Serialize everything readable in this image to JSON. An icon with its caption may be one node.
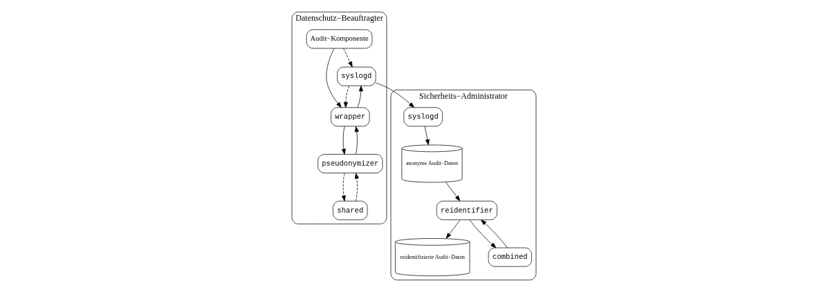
{
  "diagram": {
    "nodes": [
      {
        "text": [
          "Datenschutz−Beauftragter"
        ]
      },
      {
        "text": [
          "Audit−Komponente"
        ],
        "in": 0
      },
      {
        "text": [
          "syslogd"
        ],
        "in": 0
      },
      {
        "text": [
          "wrapper"
        ],
        "in": 0
      },
      {
        "text": [
          "shared"
        ],
        "in": 0
      },
      {
        "text": [
          "pseudonymizer"
        ],
        "in": 0
      },
      {
        "text": [
          "Sicherheits−Administrator"
        ]
      },
      {
        "text": [
          "syslogd"
        ],
        "in": 6
      },
      {
        "text": [
          "anonyme Audit−Daten"
        ],
        "in": 6
      },
      {
        "text": [
          "reidentifizierte Audit−Daten"
        ],
        "in": 6
      },
      {
        "text": [
          "reidentifier"
        ],
        "in": 6
      },
      {
        "text": [
          "combined"
        ],
        "in": 6
      }
    ],
    "edges": [
      {
        "from": 1,
        "to": 2,
        "arrow": "to",
        "style": "dashed"
      },
      {
        "from": 1,
        "to": 3,
        "arrow": "to"
      },
      {
        "from": 2,
        "to": 3,
        "arrow": "to",
        "style": "dashed"
      },
      {
        "from": 3,
        "to": 2,
        "arrow": "to"
      },
      {
        "from": 3,
        "to": 5,
        "arrow": "to"
      },
      {
        "from": 5,
        "to": 3,
        "arrow": "to"
      },
      {
        "from": 5,
        "to": 4,
        "arrow": "to",
        "style": "dashed"
      },
      {
        "from": 4,
        "to": 5,
        "arrow": "to",
        "style": "dashed"
      },
      {
        "from": 2,
        "to": 7,
        "arrow": "to"
      },
      {
        "from": 7,
        "to": 8,
        "arrow": "to"
      },
      {
        "from": 8,
        "to": 10,
        "arrow": "to"
      },
      {
        "from": 10,
        "to": 9,
        "arrow": "to"
      },
      {
        "from": 10,
        "to": 11,
        "arrow": "to"
      },
      {
        "from": 11,
        "to": 10,
        "arrow": "to"
      }
    ]
  }
}
